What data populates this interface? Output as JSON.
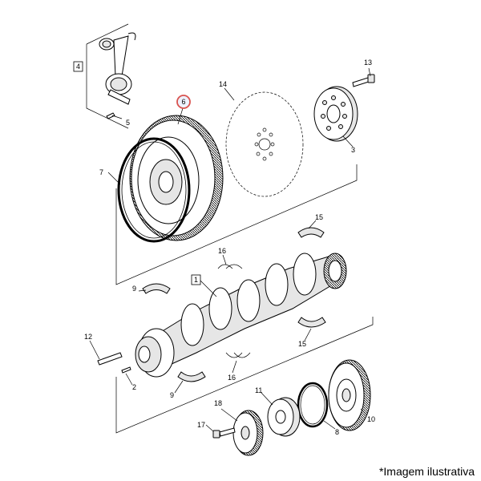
{
  "caption": "*Imagem ilustrativa",
  "highlight_color": "#d9534f",
  "callouts": {
    "c1": "1",
    "c2": "2",
    "c3": "3",
    "c4": "4",
    "c5": "5",
    "c6": "6",
    "c7": "7",
    "c8": "8",
    "c9a": "9",
    "c9b": "9",
    "c10": "10",
    "c11": "11",
    "c12": "12",
    "c13": "13",
    "c14": "14",
    "c15a": "15",
    "c15b": "15",
    "c16a": "16",
    "c16b": "16",
    "c17": "17",
    "c18": "18"
  }
}
